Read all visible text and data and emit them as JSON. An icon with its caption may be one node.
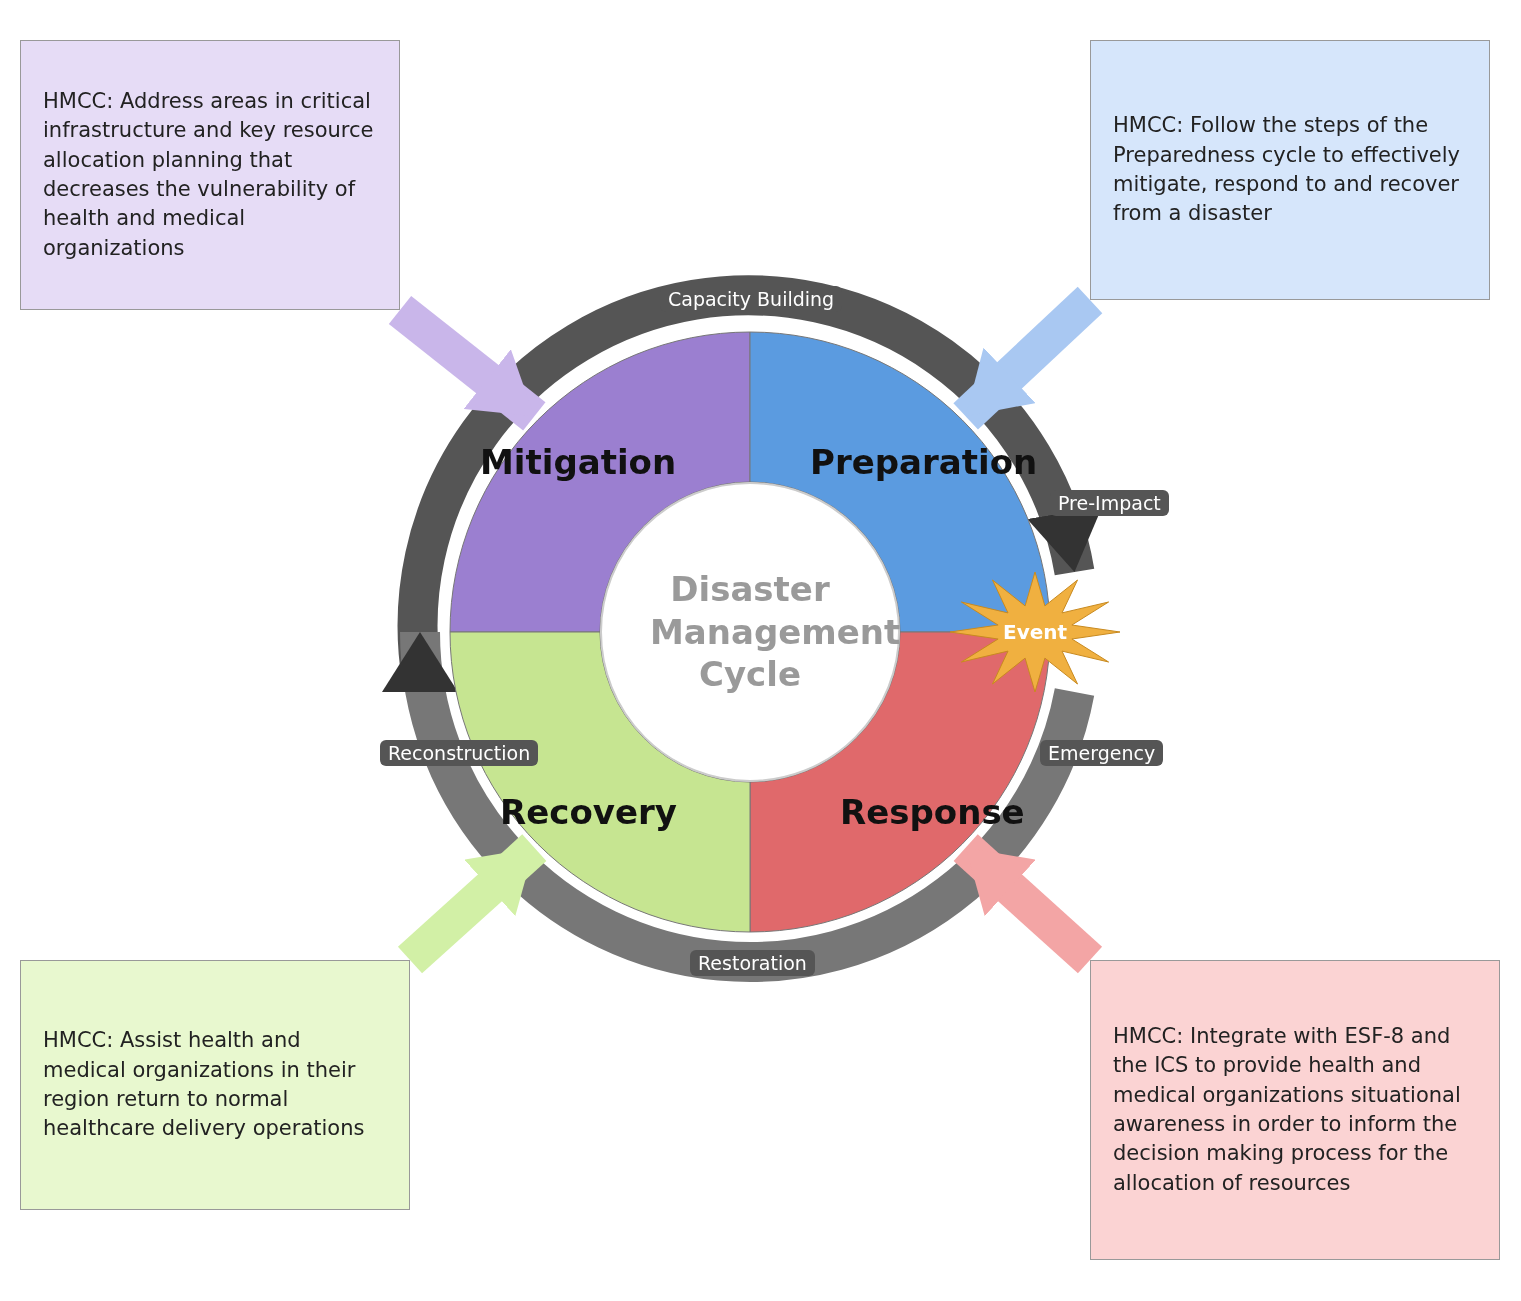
{
  "diagram": {
    "nodes": [
      {
        "text": [
          "Mitigation"
        ]
      },
      {
        "text": [
          "Preparation"
        ]
      },
      {
        "text": [
          "Response"
        ]
      },
      {
        "text": [
          "Recovery"
        ]
      },
      {
        "text": [
          "Disaster Management Cycle"
        ]
      },
      {
        "text": [
          "Event"
        ]
      },
      {
        "text": [
          "HMCC: Address areas in critical infrastructure and key resource allocation planning that decreases the vulnerability of health and medical organizations"
        ]
      },
      {
        "text": [
          "HMCC: Follow the steps of the Preparedness cycle to effectively mitigate, respond to and recover from a disaster"
        ]
      },
      {
        "text": [
          "HMCC: Integrate with ESF-8 and the ICS to provide health and medical organizations situational awareness in order to inform the decision making process for the allocation of resources"
        ]
      },
      {
        "text": [
          "HMCC: Assist health and medical organizations in their region return to normal healthcare delivery operations"
        ]
      }
    ],
    "edges": [
      {
        "from": 6,
        "to": 0,
        "arrow": "to",
        "color": "#c9b6ea"
      },
      {
        "from": 7,
        "to": 1,
        "arrow": "to",
        "color": "#a9c8f2"
      },
      {
        "from": 8,
        "to": 2,
        "arrow": "to",
        "color": "#f3a5a5"
      },
      {
        "from": 9,
        "to": 3,
        "arrow": "to",
        "color": "#d2f0a6"
      },
      {
        "from": null,
        "to": 5,
        "arrow": "to",
        "color": "#555555"
      },
      {
        "from": 5,
        "to": 0,
        "arrow": "to",
        "color": "#777777"
      }
    ],
    "labels": [
      "Capacity Building",
      "Pre-Impact",
      "Emergency",
      "Restoration",
      "Reconstruction"
    ]
  }
}
